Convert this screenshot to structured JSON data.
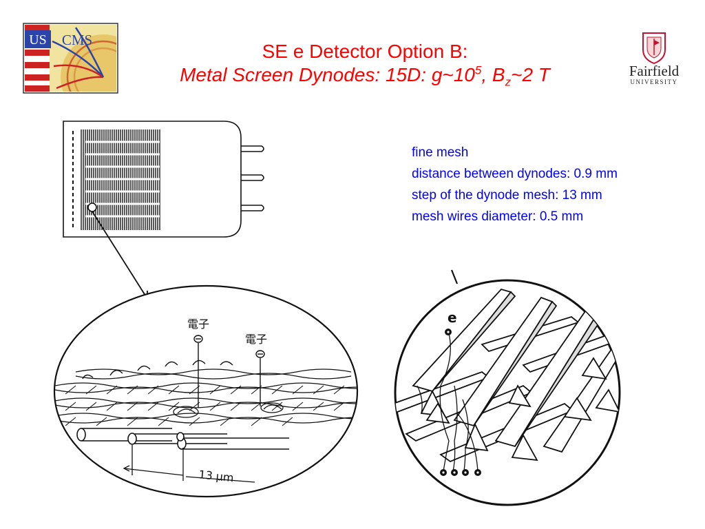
{
  "title": {
    "line1": "SE e Detector Option B:",
    "line2_prefix": "Metal Screen Dynodes: 15D: g~10",
    "line2_sup": "5",
    "line2_mid": ", B",
    "line2_sub": "z",
    "line2_suffix": "~2 T"
  },
  "logos": {
    "uscms": {
      "us": "US",
      "cms": "CMS"
    },
    "fairfield": {
      "name": "Fairfield",
      "sub": "UNIVERSITY"
    }
  },
  "notes": [
    "fine mesh",
    "distance between dynodes: 0.9 mm",
    "step of the dynode mesh: 13 mm",
    "mesh wires diameter: 0.5 mm"
  ],
  "diagram_left": {
    "label_electron_1": "電子",
    "label_electron_2": "電子",
    "scale_label": "13 µm"
  },
  "diagram_right": {
    "label_e": "e"
  },
  "colors": {
    "title": "#ff0000",
    "notes": "#0000ff",
    "uscms_red": "#cc2222",
    "uscms_blue": "#2233aa",
    "fairfield_red": "#c8102e"
  }
}
